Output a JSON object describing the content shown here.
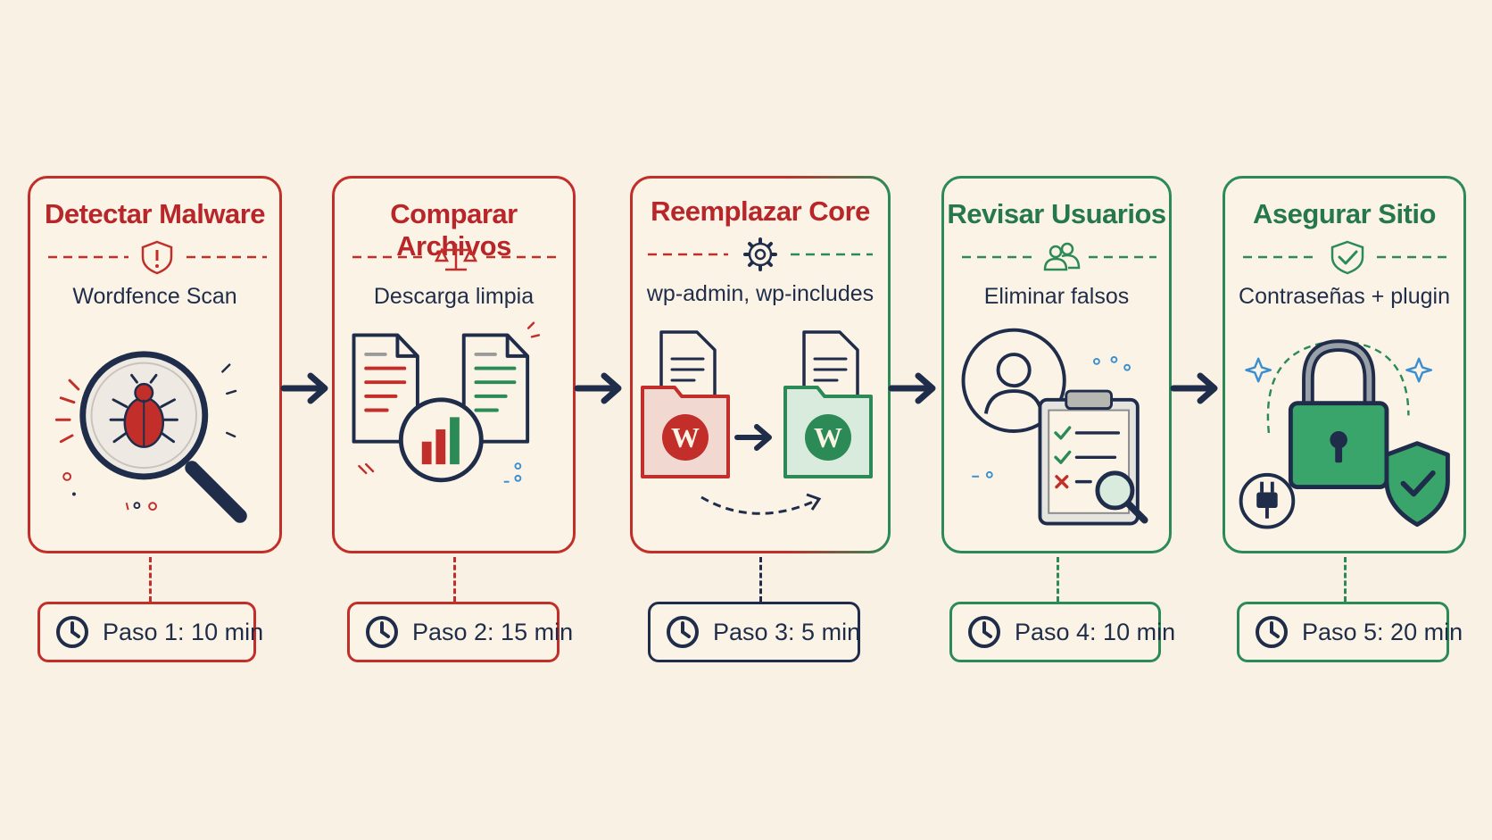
{
  "steps": [
    {
      "title": "Detectar Malware",
      "subtitle": "Wordfence Scan",
      "time": "Paso 1: 10 min",
      "icon": "alert-shield-icon",
      "illustration": "magnifier-bug-icon"
    },
    {
      "title": "Comparar Archivos",
      "subtitle": "Descarga limpia",
      "time": "Paso 2: 15 min",
      "icon": "balance-scale-icon",
      "illustration": "file-compare-chart-icon"
    },
    {
      "title": "Reemplazar Core",
      "subtitle": "wp-admin, wp-includes",
      "time": "Paso 3: 5 min",
      "icon": "gear-icon",
      "illustration": "wordpress-folder-swap-icon"
    },
    {
      "title": "Revisar Usuarios",
      "subtitle": "Eliminar falsos",
      "time": "Paso 4: 10 min",
      "icon": "users-icon",
      "illustration": "user-checklist-icon"
    },
    {
      "title": "Asegurar Sitio",
      "subtitle": "Contraseñas + plugin",
      "time": "Paso 5: 20 min",
      "icon": "check-shield-icon",
      "illustration": "padlock-shield-plug-icon"
    }
  ],
  "colors": {
    "red": "#c22e2a",
    "green": "#2c8a57",
    "navy": "#1f2d4a",
    "background": "#f9f2e4"
  }
}
